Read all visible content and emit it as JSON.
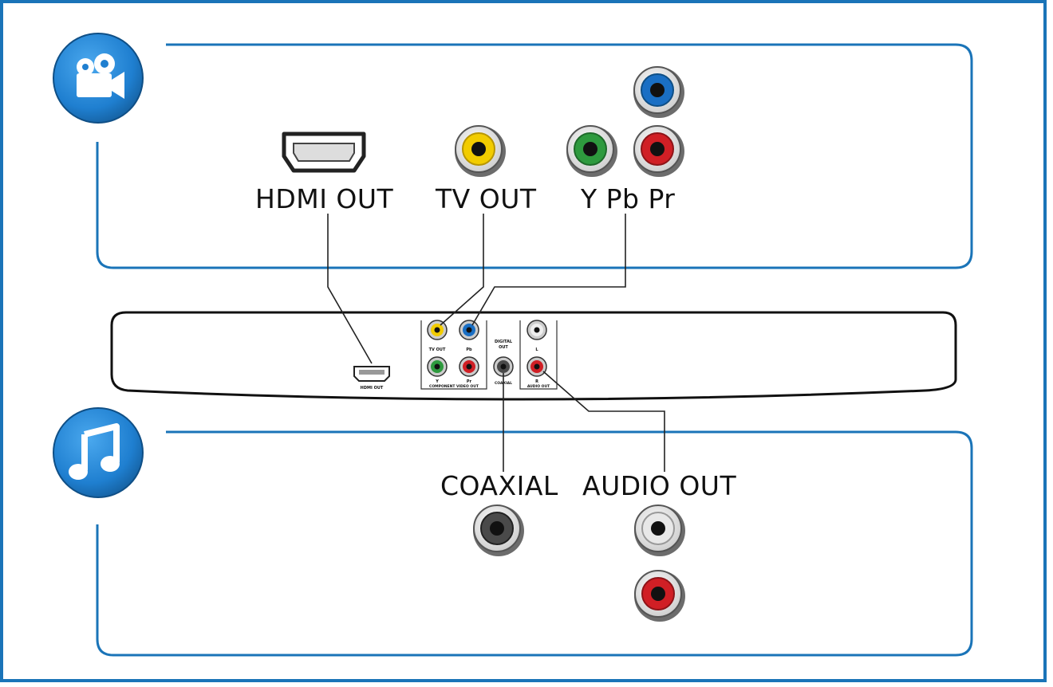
{
  "video_section": {
    "icon": "movie-camera-icon",
    "labels": {
      "hdmi_out": "HDMI OUT",
      "tv_out": "TV OUT",
      "ypbpr": "Y Pb Pr"
    }
  },
  "audio_section": {
    "icon": "music-note-icon",
    "labels": {
      "coaxial": "COAXIAL",
      "audio_out": "AUDIO OUT"
    }
  },
  "device_panel": {
    "hdmi_label": "HDMI OUT",
    "tv_out_label": "TV OUT",
    "pb_label": "Pb",
    "y_label": "Y",
    "pr_label": "Pr",
    "component_label": "COMPONENT VIDEO OUT",
    "digital_out_label_1": "DIGITAL",
    "digital_out_label_2": "OUT",
    "coaxial_label": "COAXIAL",
    "l_label": "L",
    "r_label": "R",
    "audio_out_label": "AUDIO OUT"
  },
  "colors": {
    "frame_blue": "#1a74b8",
    "icon_blue": "#1f7fd0",
    "jack_yellow": "#f2cc00",
    "jack_blue": "#1a6fc4",
    "jack_green": "#2e9a3e",
    "jack_red": "#d01f25",
    "jack_white": "#e8e8e8",
    "jack_black": "#3a3a3a"
  }
}
